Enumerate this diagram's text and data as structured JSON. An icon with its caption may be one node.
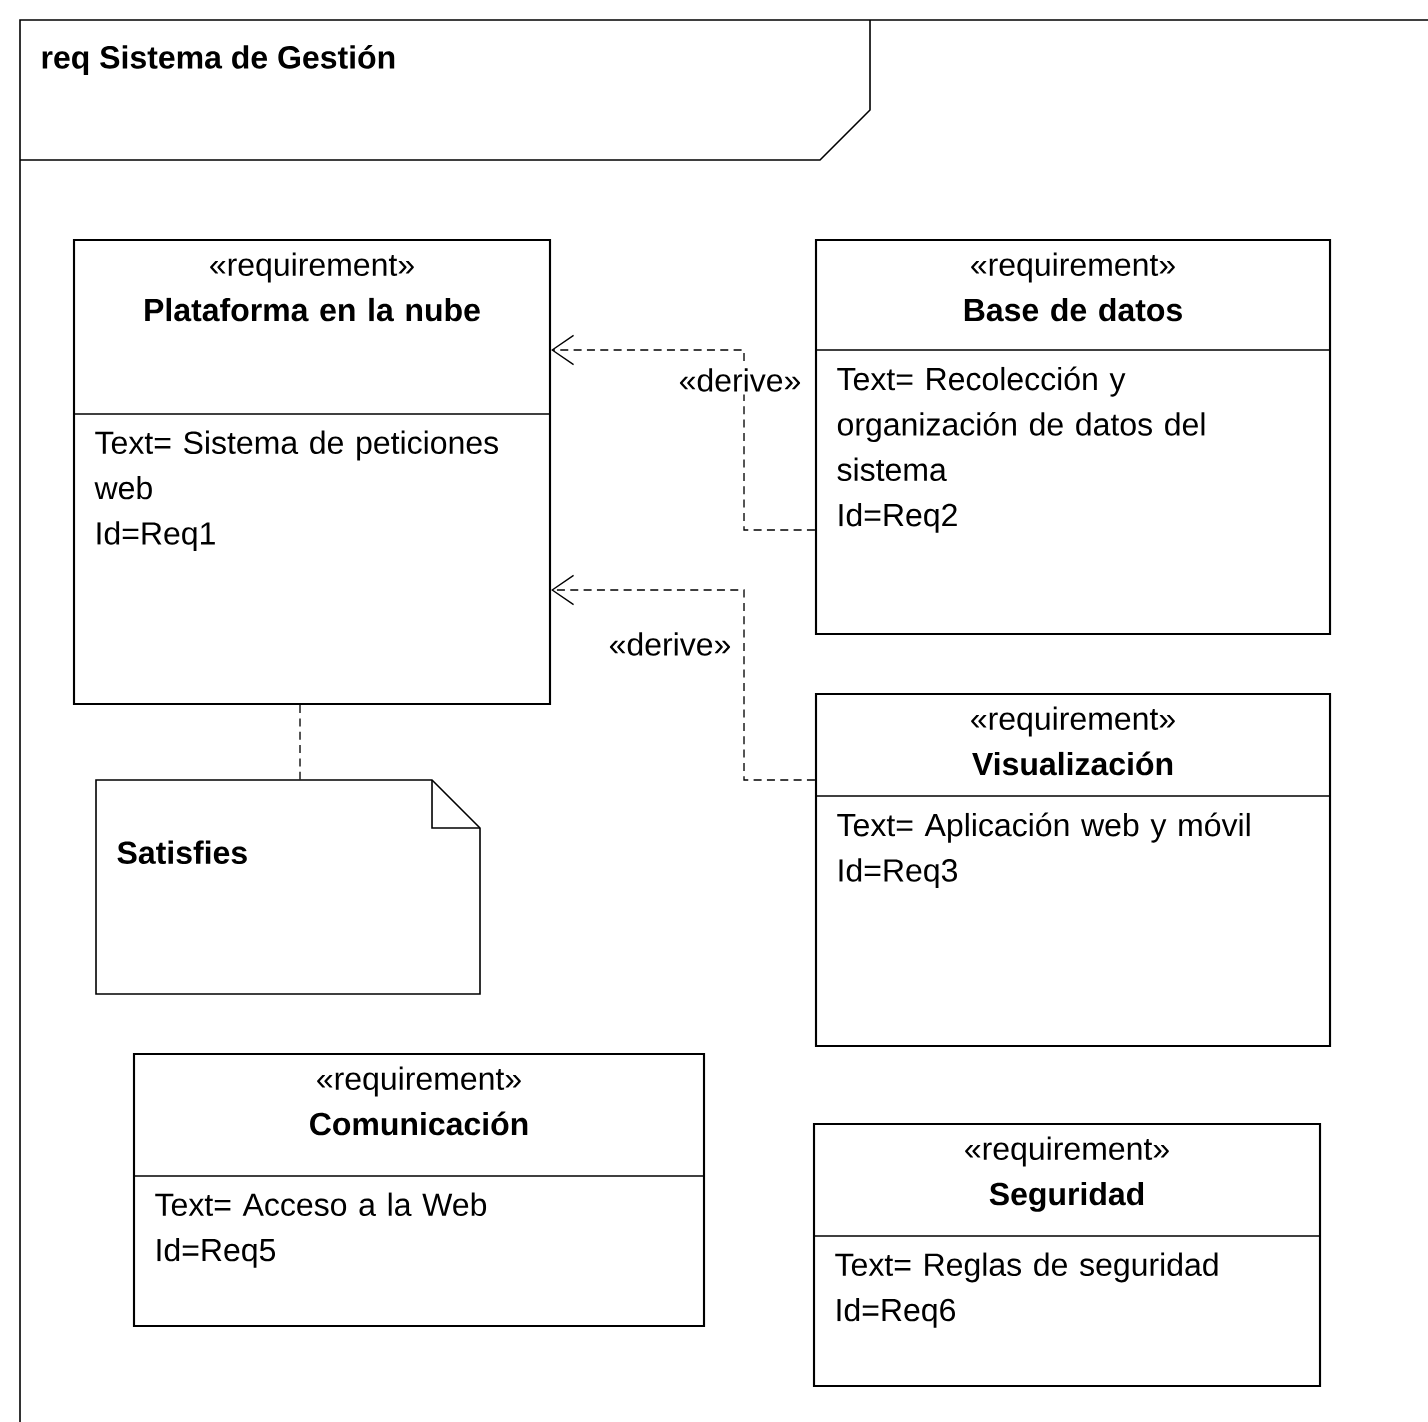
{
  "diagram": {
    "title": "req Sistema de Gestión",
    "nodes": [
      {
        "text": [
          "«requirement»",
          "Plataforma en la nube",
          "Text= Sistema de peticiones web",
          "Id=Req1"
        ]
      },
      {
        "text": [
          "«requirement»",
          "Base de datos",
          "Text= Recolección y organización de datos del sistema",
          "Id=Req2"
        ]
      },
      {
        "text": [
          "«requirement»",
          "Visualización",
          "Text= Aplicación web y móvil",
          "Id=Req3"
        ]
      },
      {
        "text": [
          "Satisfies"
        ]
      },
      {
        "text": [
          "«requirement»",
          "Comunicación",
          "Text= Acceso a la Web",
          "Id=Req5"
        ]
      },
      {
        "text": [
          "«requirement»",
          "Seguridad",
          "Text= Reglas de seguridad",
          "Id=Req6"
        ]
      }
    ],
    "edges": [
      {
        "from": 1,
        "to": 0,
        "arrow": "to",
        "style": "dashed",
        "label": "«derive»"
      },
      {
        "from": 2,
        "to": 0,
        "arrow": "to",
        "style": "dashed",
        "label": "«derive»"
      },
      {
        "from": 0,
        "to": 3,
        "arrow": "none",
        "style": "dashed"
      }
    ]
  }
}
